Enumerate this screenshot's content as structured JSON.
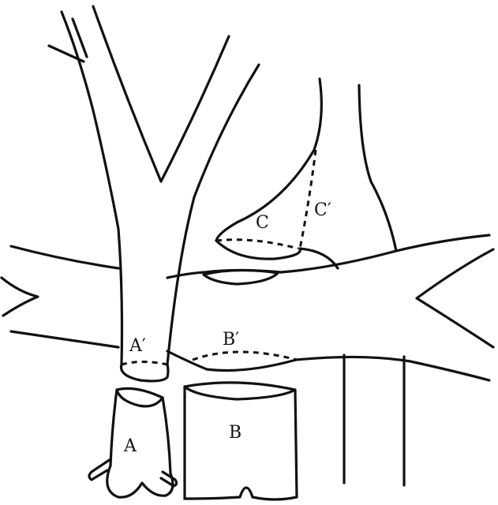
{
  "labels": {
    "a": "A",
    "a_prime": "A′",
    "b": "B",
    "b_prime": "B′",
    "c": "C",
    "c_prime": "C′"
  }
}
